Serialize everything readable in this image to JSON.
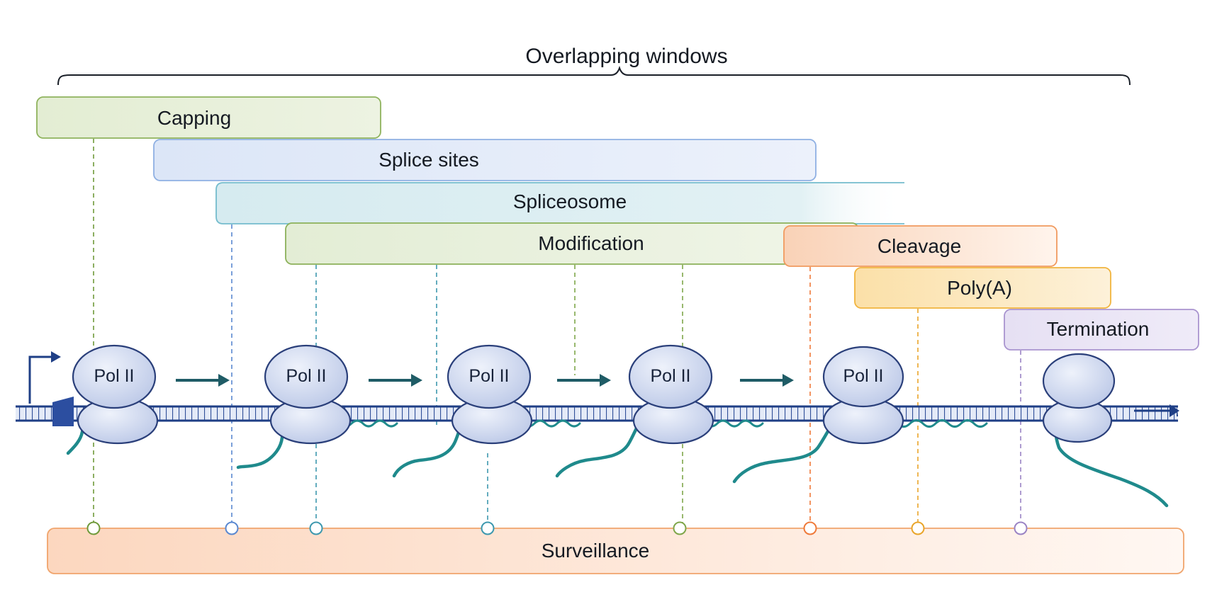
{
  "title": "Overlapping windows",
  "windows": [
    {
      "label": "Capping",
      "color": "#6f9a3a"
    },
    {
      "label": "Splice sites",
      "color": "#6f98d8"
    },
    {
      "label": "Spliceosome",
      "color": "#4aa2b8"
    },
    {
      "label": "Modification",
      "color": "#7fa64a"
    },
    {
      "label": "Cleavage",
      "color": "#ef8a44"
    },
    {
      "label": "Poly(A)",
      "color": "#efb030"
    },
    {
      "label": "Termination",
      "color": "#9a83c4"
    }
  ],
  "surveillance": {
    "label": "Surveillance",
    "color": "#ef9a5a"
  },
  "polymerase_label": "Pol II",
  "colors": {
    "dna": "#1f3f86",
    "rna": "#1f8a8c",
    "polymerase": "#cdd7ef",
    "arrow": "#1f5c66"
  }
}
